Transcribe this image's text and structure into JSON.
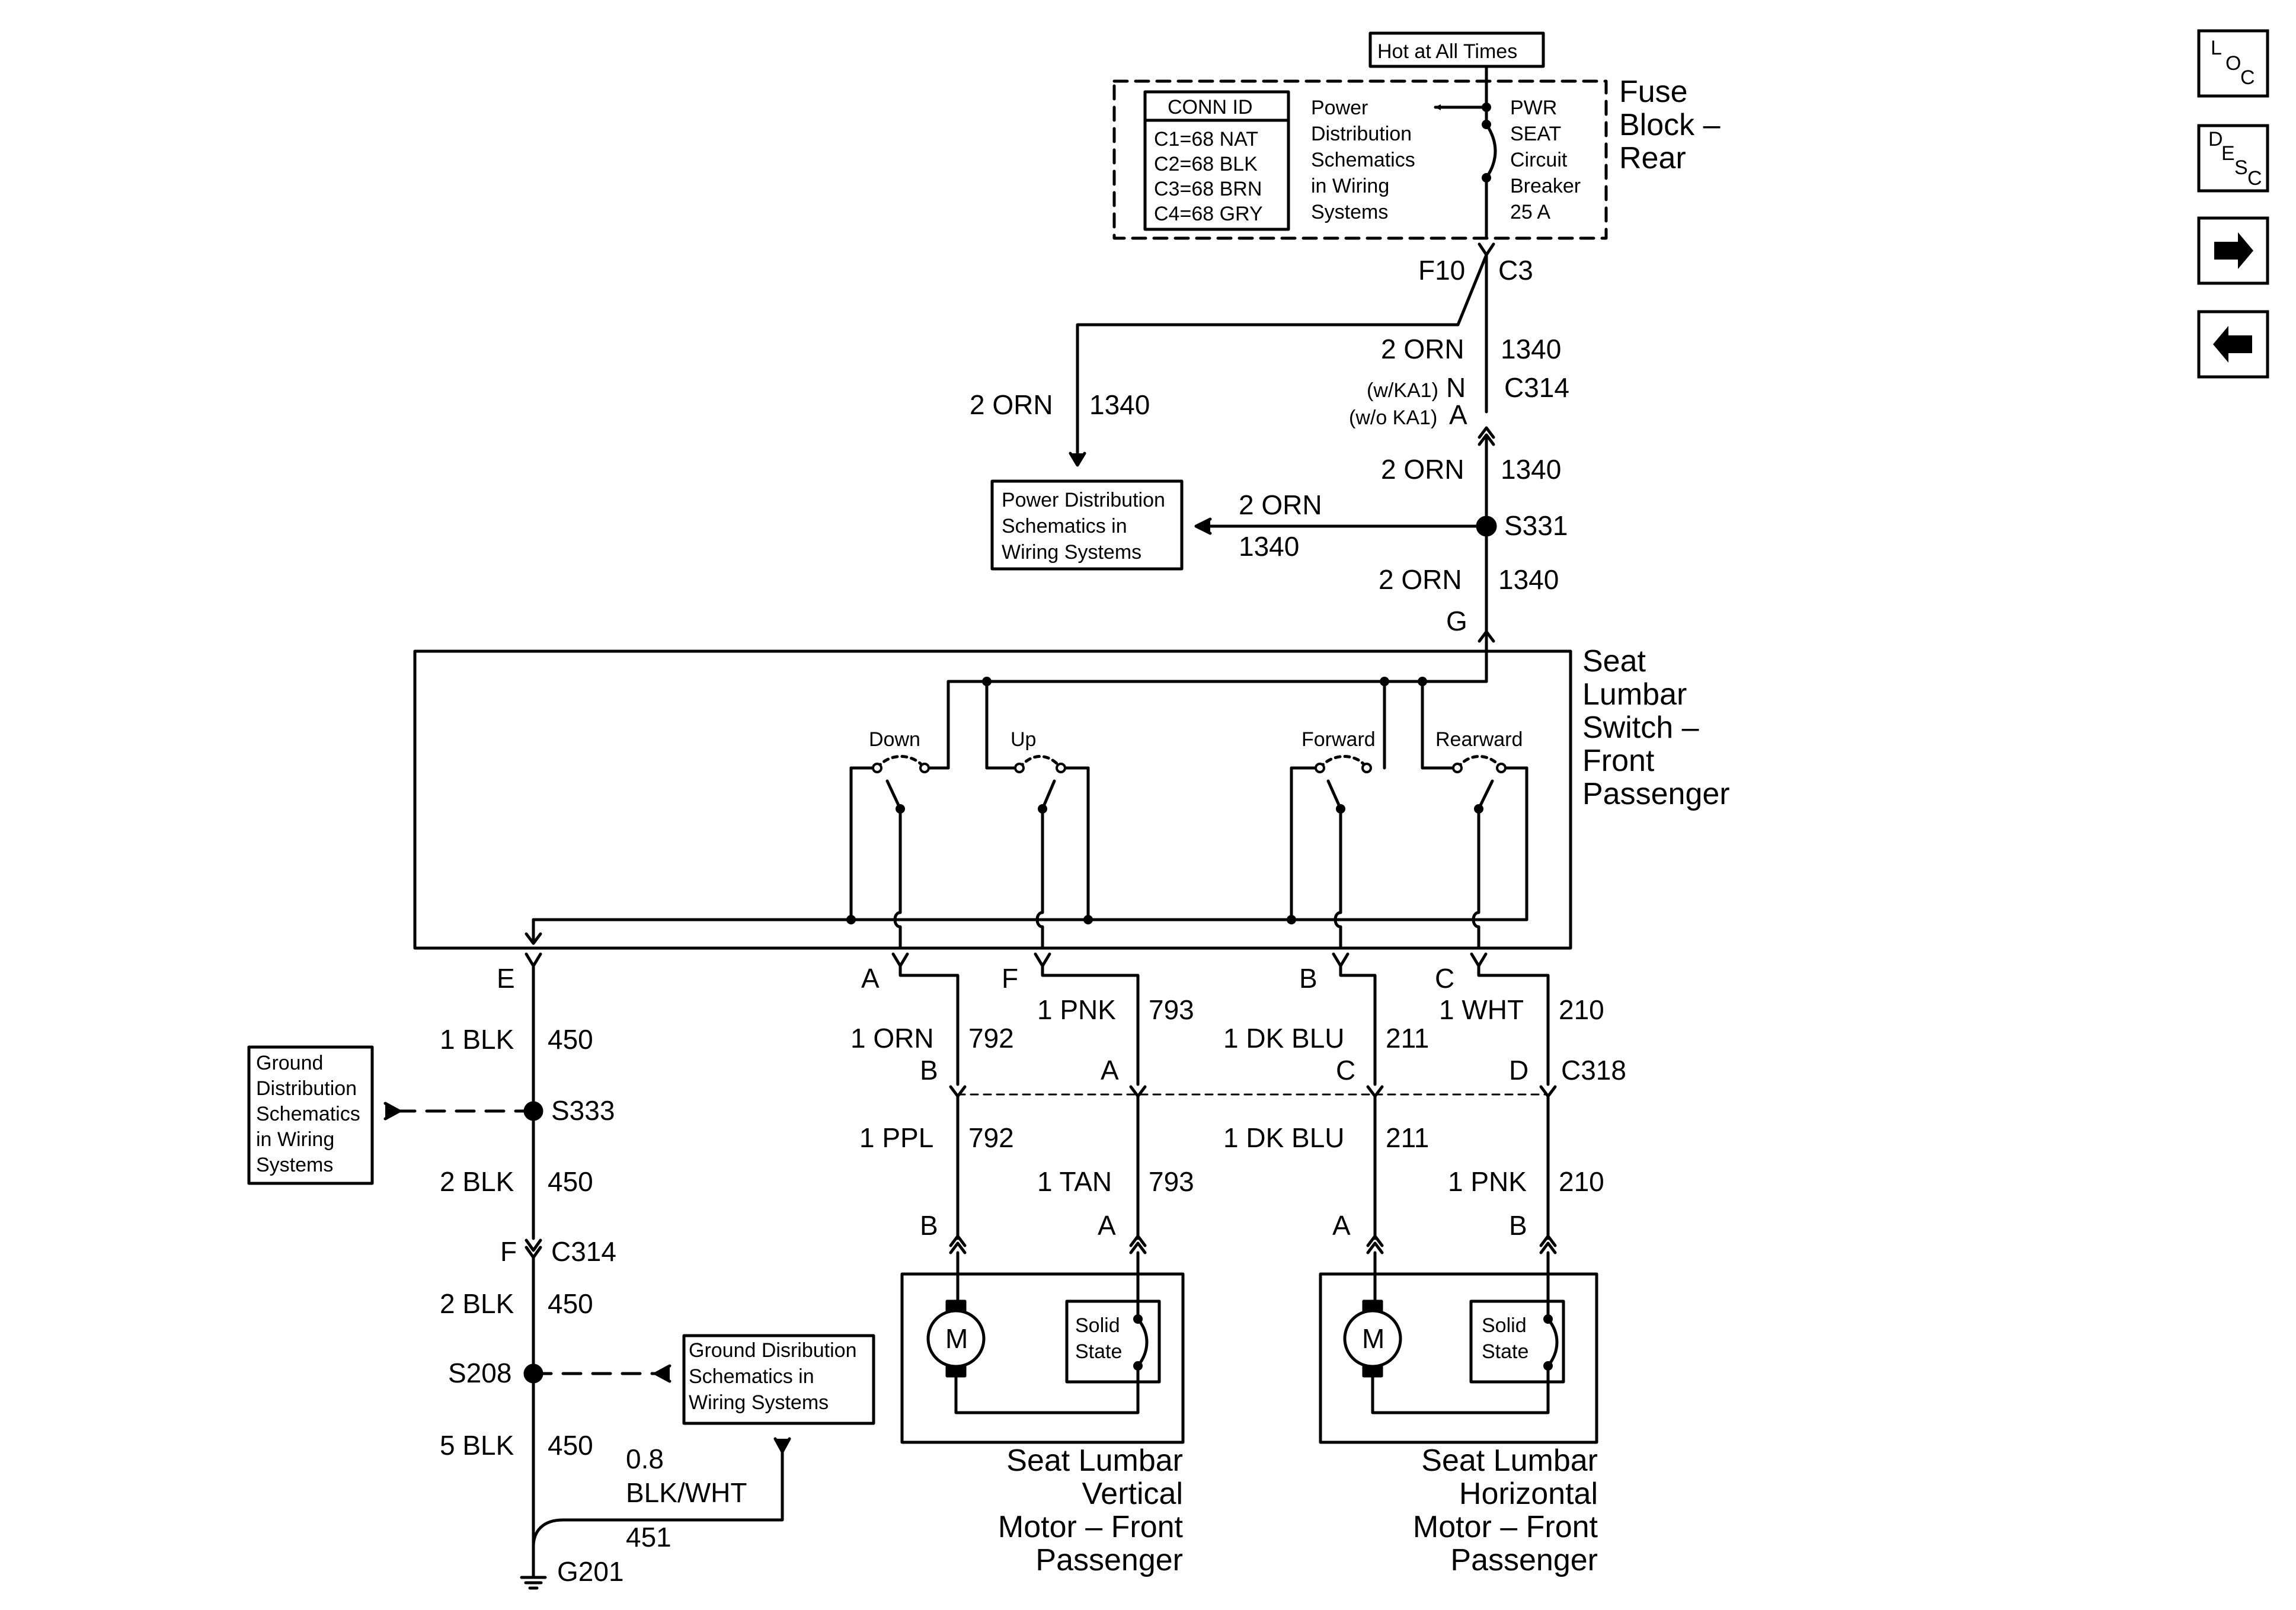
{
  "fuse_block": {
    "hot_label": "Hot at All Times",
    "title": [
      "Fuse",
      "Block –",
      "Rear"
    ],
    "conn_id_header": "CONN ID",
    "conn_ids": [
      "C1=68 NAT",
      "C2=68 BLK",
      "C3=68 BRN",
      "C4=68 GRY"
    ],
    "power_ref": [
      "Power",
      "Distribution",
      "Schematics",
      "in Wiring",
      "Systems"
    ],
    "breaker": [
      "PWR",
      "SEAT",
      "Circuit",
      "Breaker",
      "25 A"
    ]
  },
  "connectors": {
    "f10": "F10",
    "c3": "C3",
    "c314_top": "C314",
    "c314_n": "N",
    "c314_a": "A",
    "with_ka1": "(w/KA1)",
    "without_ka1": "(w/o KA1)",
    "s331": "S331",
    "g": "G",
    "e": "E",
    "a": "A",
    "f": "F",
    "b": "B",
    "c": "C",
    "c318": "C318",
    "c318_b": "B",
    "c318_a": "A",
    "c318_c": "C",
    "c318_d": "D",
    "s333": "S333",
    "c314_f": "F",
    "c314_bottom": "C314",
    "s208": "S208",
    "g201": "G201",
    "motor_v_b": "B",
    "motor_v_a": "A",
    "motor_h_a": "A",
    "motor_h_b": "B"
  },
  "wires": {
    "orn_top": "2 ORN",
    "c1340_top": "1340",
    "orn_left": "2 ORN",
    "c1340_left": "1340",
    "orn_mid": "2 ORN",
    "c1340_mid": "1340",
    "orn_branch": "2 ORN",
    "c1340_branch": "1340",
    "orn_bottom": "2 ORN",
    "c1340_bottom": "1340",
    "blk1": "1 BLK",
    "c450_1": "450",
    "blk2": "2 BLK",
    "c450_2": "450",
    "blk3": "2 BLK",
    "c450_3": "450",
    "blk5": "5 BLK",
    "c450_5": "450",
    "blkwht_gauge": "0.8",
    "blkwht": "BLK/WHT",
    "c451": "451",
    "orn1": "1 ORN",
    "c792a": "792",
    "pnk1": "1 PNK",
    "c793a": "793",
    "dkblu1": "1 DK BLU",
    "c211a": "211",
    "wht1": "1 WHT",
    "c210a": "210",
    "ppl1": "1 PPL",
    "c792b": "792",
    "tan1": "1 TAN",
    "c793b": "793",
    "dkblu2": "1 DK BLU",
    "c211b": "211",
    "pnk2": "1 PNK",
    "c210b": "210"
  },
  "switch": {
    "title": [
      "Seat",
      "Lumbar",
      "Switch –",
      "Front",
      "Passenger"
    ],
    "down": "Down",
    "up": "Up",
    "forward": "Forward",
    "rearward": "Rearward"
  },
  "refs": {
    "power_dist": [
      "Power Distribution",
      "Schematics in",
      "Wiring Systems"
    ],
    "ground_dist_left": [
      "Ground",
      "Distribution",
      "Schematics",
      "in Wiring",
      "Systems"
    ],
    "ground_dist_bottom": [
      "Ground Disribution",
      "Schematics in",
      "Wiring Systems"
    ]
  },
  "motors": {
    "motor_symbol": "M",
    "solid_state": [
      "Solid",
      "State"
    ],
    "vertical_title": [
      "Seat Lumbar",
      "Vertical",
      "Motor – Front",
      "Passenger"
    ],
    "horizontal_title": [
      "Seat Lumbar",
      "Horizontal",
      "Motor – Front",
      "Passenger"
    ]
  },
  "nav": {
    "loc": [
      "L",
      "O",
      "C"
    ],
    "desc": [
      "D",
      "E",
      "S",
      "C"
    ],
    "next_icon": "right-arrow-icon",
    "prev_icon": "left-arrow-icon"
  }
}
